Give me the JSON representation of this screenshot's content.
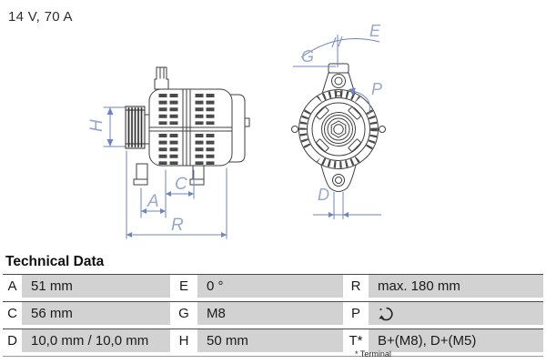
{
  "title": "14 V, 70 A",
  "drawing": {
    "dims": {
      "H": "H",
      "A": "A",
      "C": "C",
      "R": "R",
      "E": "E",
      "G": "G",
      "P": "P",
      "D": "D"
    }
  },
  "table": {
    "heading": "Technical Data",
    "rows": [
      {
        "cells": [
          {
            "key": "A",
            "value": "51 mm"
          },
          {
            "key": "E",
            "value": "0 °"
          },
          {
            "key": "R",
            "value": "max. 180 mm"
          }
        ]
      },
      {
        "cells": [
          {
            "key": "C",
            "value": "56 mm"
          },
          {
            "key": "G",
            "value": "M8"
          },
          {
            "key": "P",
            "value": "",
            "icon": "rotation-direction"
          }
        ]
      },
      {
        "cells": [
          {
            "key": "D",
            "value": "10,0 mm / 10,0 mm"
          },
          {
            "key": "H",
            "value": "50 mm"
          },
          {
            "key": "T*",
            "value": "B+(M8), D+(M5)"
          }
        ]
      }
    ],
    "footnote": "* Terminal"
  },
  "colors": {
    "annotation_blue": "#6e86bd",
    "dim_text_blue": "#97a7cf",
    "row_gray": "#d2d2d2",
    "rule_dark": "#4b4b4b",
    "line_dark": "#3f3f3f"
  }
}
